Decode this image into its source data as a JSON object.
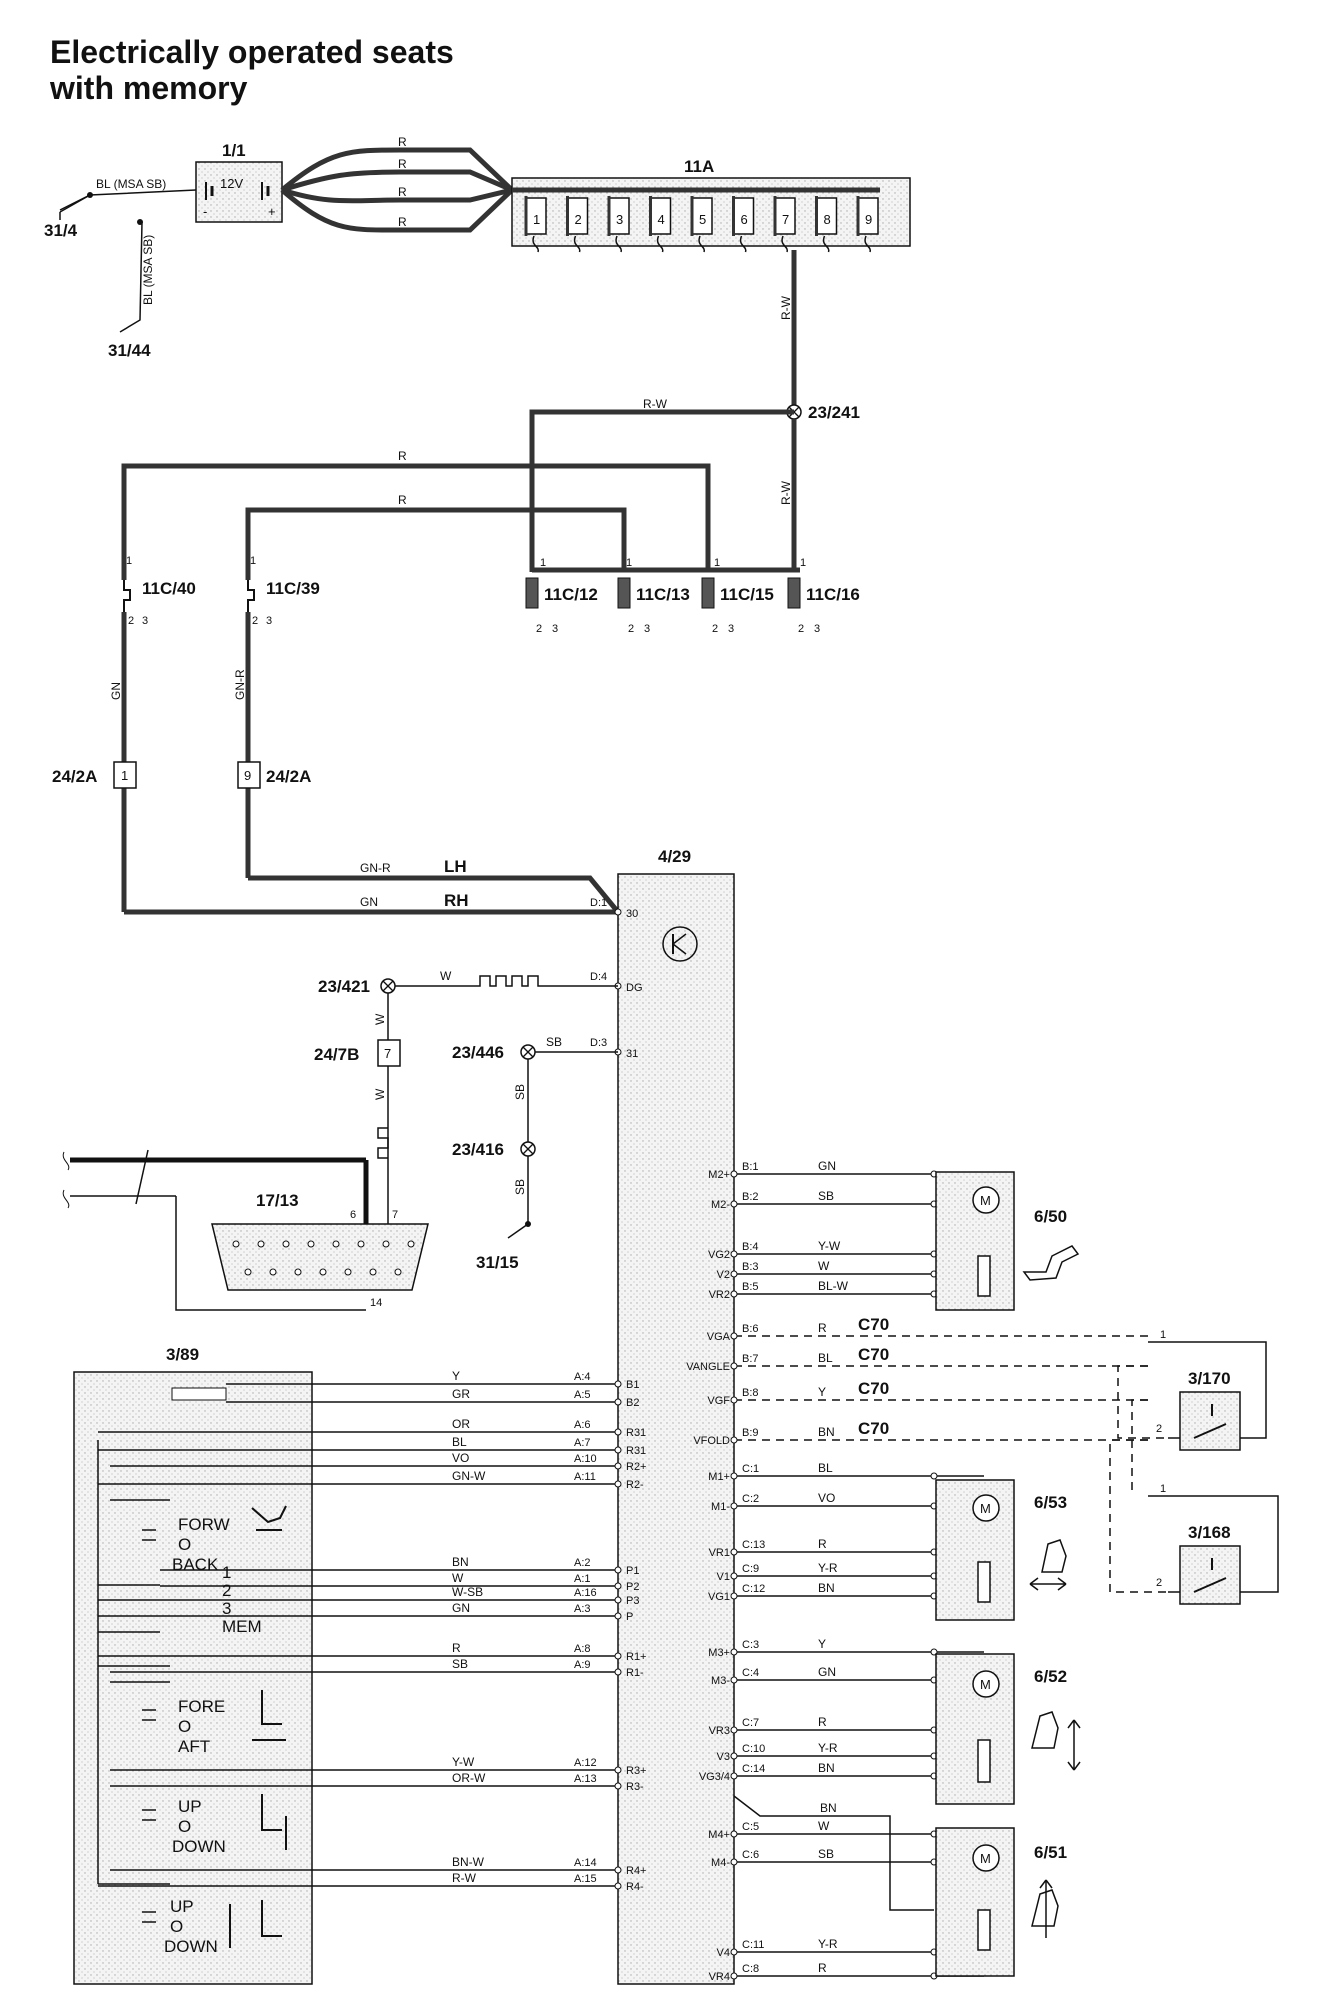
{
  "title": {
    "line1": "Electrically operated seats",
    "line2": "with memory"
  },
  "components": {
    "battery": {
      "ref": "1/1",
      "voltage": "12V",
      "minus": "-",
      "plus": "+"
    },
    "fusebox": {
      "ref": "11A",
      "fuses": [
        "1",
        "2",
        "3",
        "4",
        "5",
        "6",
        "7",
        "8",
        "9"
      ]
    },
    "ground_31_4": "31/4",
    "ground_31_44": "31/44",
    "ground_31_15": "31/15",
    "splice_23_241": "23/241",
    "splice_23_421": "23/421",
    "splice_23_446": "23/446",
    "splice_23_416": "23/416",
    "fuse_11c40": "11C/40",
    "fuse_11c39": "11C/39",
    "fuse_11c12": "11C/12",
    "fuse_11c13": "11C/13",
    "fuse_11c15": "11C/15",
    "fuse_11c16": "11C/16",
    "conn_24_2a_left": {
      "ref": "24/2A",
      "pin": "1"
    },
    "conn_24_2a_right": {
      "ref": "24/2A",
      "pin": "9"
    },
    "conn_24_7b": {
      "ref": "24/7B",
      "pin": "7"
    },
    "module": {
      "ref": "4/29"
    },
    "diag_socket": {
      "ref": "17/13",
      "pin6": "6",
      "pin7": "7",
      "pin14": "14"
    },
    "switch_panel": {
      "ref": "3/89"
    },
    "motor_6_50": "6/50",
    "motor_6_53": "6/53",
    "motor_6_52": "6/52",
    "motor_6_51": "6/51",
    "sensor_3_170": "3/170",
    "sensor_3_168": "3/168"
  },
  "wire_colors": {
    "bl_msa_sb": "BL (MSA SB)",
    "r": "R",
    "rw": "R-W",
    "gn": "GN",
    "gnr": "GN-R",
    "w": "W",
    "sb": "SB",
    "lh": "LH",
    "rh": "RH"
  },
  "module_pins_left": [
    {
      "pin": "A:4",
      "name": "B1",
      "color": "Y"
    },
    {
      "pin": "A:5",
      "name": "B2",
      "color": "GR"
    },
    {
      "pin": "A:6",
      "name": "R31",
      "color": "OR"
    },
    {
      "pin": "A:7",
      "name": "R31",
      "color": "BL"
    },
    {
      "pin": "A:10",
      "name": "R2+",
      "color": "VO"
    },
    {
      "pin": "A:11",
      "name": "R2-",
      "color": "GN-W"
    },
    {
      "pin": "A:2",
      "name": "P1",
      "color": "BN"
    },
    {
      "pin": "A:1",
      "name": "P2",
      "color": "W"
    },
    {
      "pin": "A:16",
      "name": "P3",
      "color": "W-SB"
    },
    {
      "pin": "A:3",
      "name": "P",
      "color": "GN"
    },
    {
      "pin": "A:8",
      "name": "R1+",
      "color": "R"
    },
    {
      "pin": "A:9",
      "name": "R1-",
      "color": "SB"
    },
    {
      "pin": "A:12",
      "name": "R3+",
      "color": "Y-W"
    },
    {
      "pin": "A:13",
      "name": "R3-",
      "color": "OR-W"
    },
    {
      "pin": "A:14",
      "name": "R4+",
      "color": "BN-W"
    },
    {
      "pin": "A:15",
      "name": "R4-",
      "color": "R-W"
    }
  ],
  "module_pins_top": [
    {
      "pin": "D:1",
      "name": "30"
    },
    {
      "pin": "D:4",
      "name": "DG"
    },
    {
      "pin": "D:3",
      "name": "31"
    }
  ],
  "module_pins_right": [
    {
      "pin": "B:1",
      "name": "M2+",
      "color": "GN"
    },
    {
      "pin": "B:2",
      "name": "M2-",
      "color": "SB"
    },
    {
      "pin": "B:4",
      "name": "VG2",
      "color": "Y-W"
    },
    {
      "pin": "B:3",
      "name": "V2",
      "color": "W"
    },
    {
      "pin": "B:5",
      "name": "VR2",
      "color": "BL-W"
    },
    {
      "pin": "B:6",
      "name": "VGA",
      "color": "R",
      "conn": "C70"
    },
    {
      "pin": "B:7",
      "name": "VANGLE",
      "color": "BL",
      "conn": "C70"
    },
    {
      "pin": "B:8",
      "name": "VGF",
      "color": "Y",
      "conn": "C70"
    },
    {
      "pin": "B:9",
      "name": "VFOLD",
      "color": "BN",
      "conn": "C70"
    },
    {
      "pin": "C:1",
      "name": "M1+",
      "color": "BL"
    },
    {
      "pin": "C:2",
      "name": "M1-",
      "color": "VO"
    },
    {
      "pin": "C:13",
      "name": "VR1",
      "color": "R"
    },
    {
      "pin": "C:9",
      "name": "V1",
      "color": "Y-R"
    },
    {
      "pin": "C:12",
      "name": "VG1",
      "color": "BN"
    },
    {
      "pin": "C:3",
      "name": "M3+",
      "color": "Y"
    },
    {
      "pin": "C:4",
      "name": "M3-",
      "color": "GN"
    },
    {
      "pin": "C:7",
      "name": "VR3",
      "color": "R"
    },
    {
      "pin": "C:10",
      "name": "V3",
      "color": "Y-R"
    },
    {
      "pin": "C:14",
      "name": "VG3/4",
      "color": "BN"
    },
    {
      "pin": "C:5",
      "name": "M4+",
      "color": "W"
    },
    {
      "pin": "C:6",
      "name": "M4-",
      "color": "SB"
    },
    {
      "pin": "C:11",
      "name": "V4",
      "color": "Y-R"
    },
    {
      "pin": "C:8",
      "name": "VR4",
      "color": "R"
    }
  ],
  "bn_extra": "BN",
  "switch_labels": {
    "forw": "FORW",
    "o1": "O",
    "back": "BACK",
    "mem1": "1",
    "mem2": "2",
    "mem3": "3",
    "mem": "MEM",
    "fore": "FORE",
    "o2": "O",
    "aft": "AFT",
    "up1": "UP",
    "o3": "O",
    "down1": "DOWN",
    "up2": "UP",
    "o4": "O",
    "down2": "DOWN"
  },
  "pin_numbers": {
    "one": "1",
    "two": "2",
    "three": "3",
    "m": "M"
  }
}
